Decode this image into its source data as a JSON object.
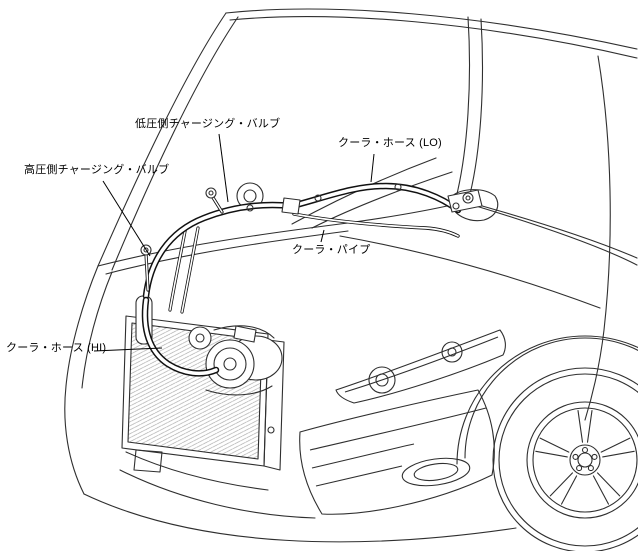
{
  "figure": {
    "type": "technical-line-illustration",
    "subject": "vehicle-front-ac-system"
  },
  "labels": {
    "low_side_charging_valve": "低圧側チャージング・バルブ",
    "cooler_hose_lo": "クーラ・ホース (LO)",
    "high_side_charging_valve": "高圧側チャージング・バルブ",
    "cooler_pipe": "クーラ・パイプ",
    "cooler_hose_hi": "クーラ・ホース (HI)"
  },
  "colors": {
    "line": "#2f2f2f",
    "background": "#ffffff",
    "label_text": "#000000"
  }
}
